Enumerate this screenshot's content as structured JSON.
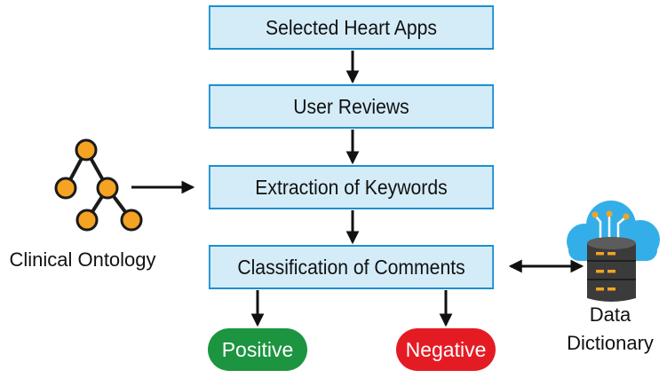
{
  "steps": {
    "step1": "Selected Heart Apps",
    "step2": "User Reviews",
    "step3": "Extraction of Keywords",
    "step4": "Classification of Comments"
  },
  "outcomes": {
    "positive": "Positive",
    "negative": "Negative"
  },
  "inputs": {
    "ontology": "Clinical Ontology",
    "dictionary_line1": "Data",
    "dictionary_line2": "Dictionary"
  },
  "colors": {
    "box_fill": "#d4ecf8",
    "box_border": "#1c8fd0",
    "positive": "#1d9440",
    "negative": "#e51b24",
    "ontology_node": "#f4a323",
    "cloud": "#34aee8",
    "server": "#3b3b3b"
  },
  "icons": {
    "ontology": "ontology-tree-icon",
    "dictionary": "cloud-database-icon"
  }
}
